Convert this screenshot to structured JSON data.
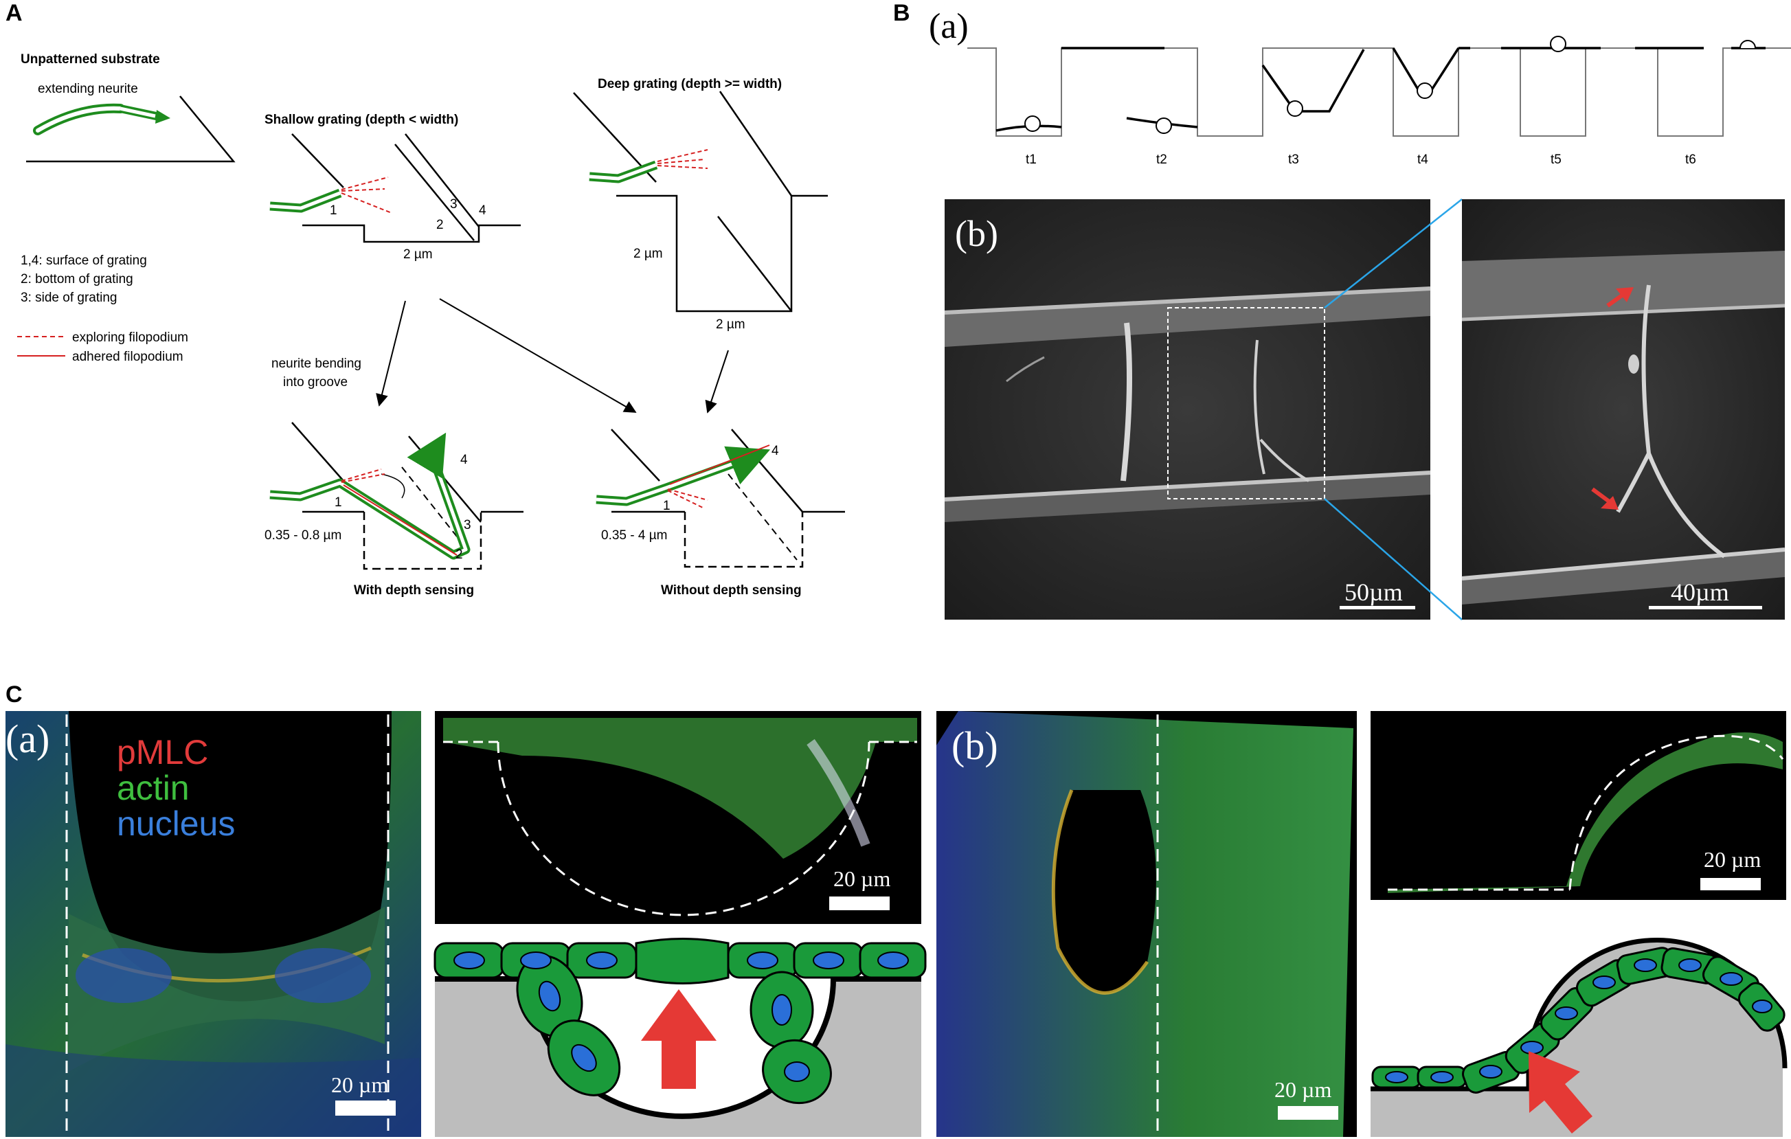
{
  "panels": {
    "A": "A",
    "B": "B",
    "C": "C"
  },
  "panelA": {
    "unpatterned_title": "Unpatterned substrate",
    "extending_neurite": "extending neurite",
    "shallow_title": "Shallow grating (depth < width)",
    "deep_title": "Deep grating (depth >= width)",
    "legend_lines": [
      "1,4: surface of grating",
      "2: bottom of grating",
      "3: side of grating"
    ],
    "exploring": "exploring filopodium",
    "adhered": "adhered filopodium",
    "dim_2um": "2 µm",
    "num1": "1",
    "num2": "2",
    "num3": "3",
    "num4": "4",
    "bending": [
      "neurite bending",
      "into groove"
    ],
    "range_shallow": "0.35 - 0.8 µm",
    "range_deep": "0.35 - 4 µm",
    "with_depth": "With depth sensing",
    "without_depth": "Without depth sensing"
  },
  "panelB": {
    "sub_a": "(a)",
    "sub_b": "(b)",
    "timepoints": [
      "t1",
      "t2",
      "t3",
      "t4",
      "t5",
      "t6"
    ],
    "scale1": "50µm",
    "scale2": "40µm"
  },
  "panelC": {
    "sub_a": "(a)",
    "sub_b": "(b)",
    "legend_pmlc": "pMLC",
    "legend_actin": "actin",
    "legend_nucleus": "nucleus",
    "scale": "20 µm"
  },
  "colors": {
    "neurite": "#1e8c1e",
    "filopodium": "#d62020",
    "cell": "#1a9a3a",
    "nucleus": "#2a6fd8",
    "substrate": "#bdbdbd",
    "arrow": "#e53935",
    "blue_line": "#2aa5e8",
    "pmlc": "#e23b3b",
    "actin": "#3fbf3f",
    "nucleus_text": "#3a7fdc"
  }
}
